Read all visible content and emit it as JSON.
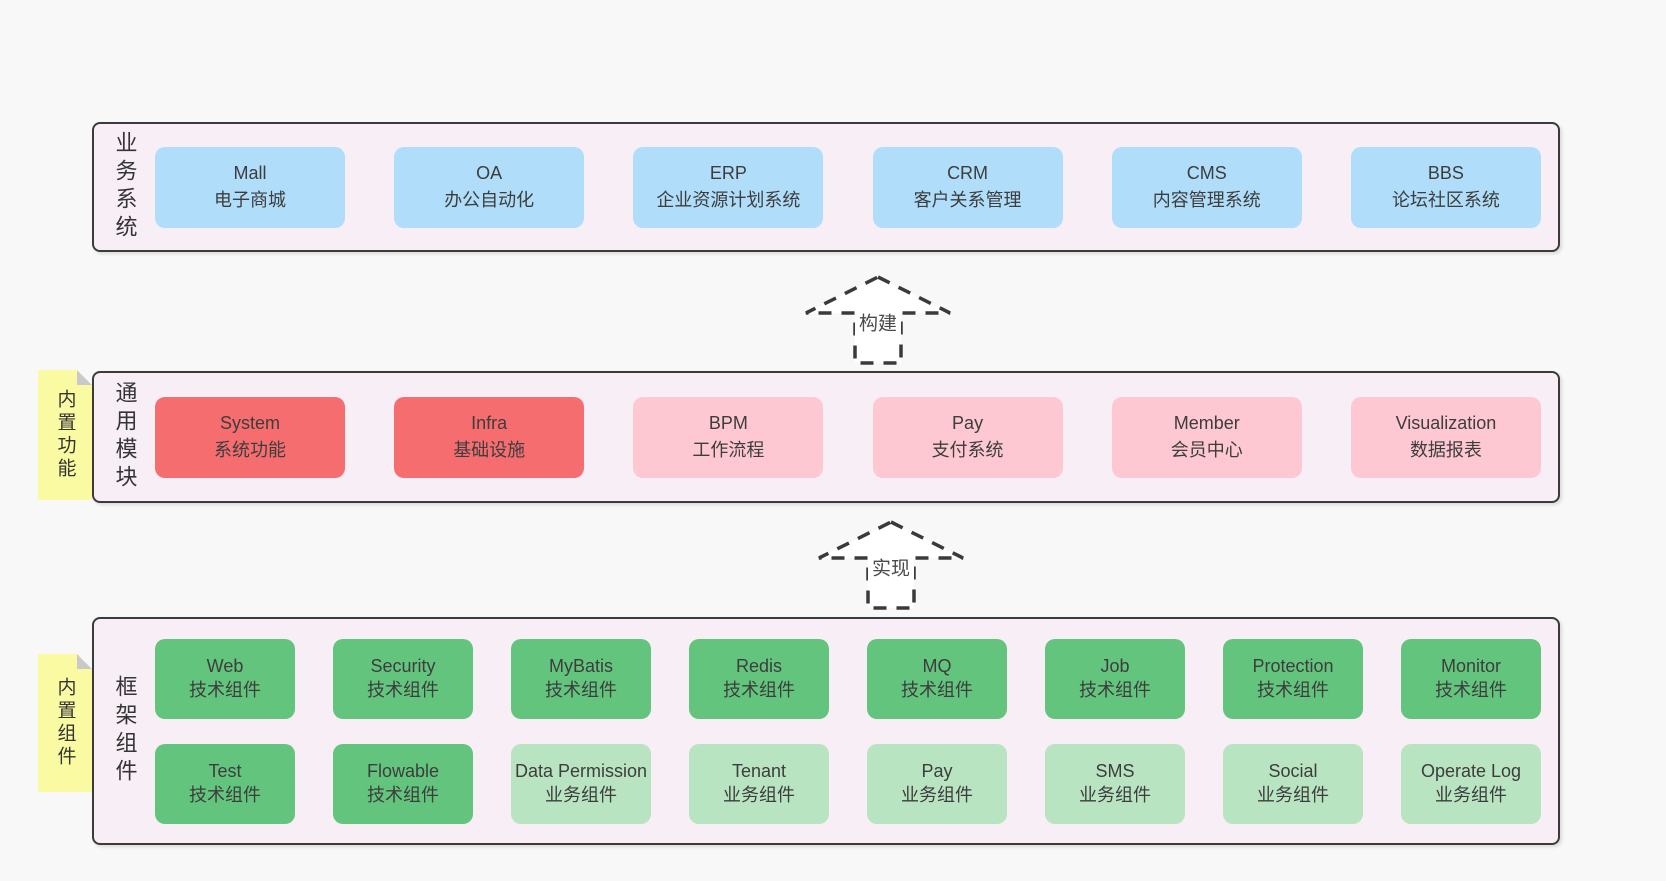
{
  "colors": {
    "page_bg": "#f8f8f8",
    "band_bg": "#f8eef6",
    "band_border": "#3b3b3b",
    "blue": "#b0ddf9",
    "red": "#f66d70",
    "pink": "#fdc8d1",
    "green": "#63c57d",
    "light_green": "#b8e4c1",
    "yellow": "#fafaa2",
    "fold_gray": "#c9c9c9",
    "text": "#3d3d3d",
    "arrow_stroke": "#3a3a3a"
  },
  "bands": [
    {
      "label": "业务系统",
      "boxes": [
        {
          "title": "Mall",
          "subtitle": "电子商城",
          "type": "blue"
        },
        {
          "title": "OA",
          "subtitle": "办公自动化",
          "type": "blue"
        },
        {
          "title": "ERP",
          "subtitle": "企业资源计划系统",
          "type": "blue"
        },
        {
          "title": "CRM",
          "subtitle": "客户关系管理",
          "type": "blue"
        },
        {
          "title": "CMS",
          "subtitle": "内容管理系统",
          "type": "blue"
        },
        {
          "title": "BBS",
          "subtitle": "论坛社区系统",
          "type": "blue"
        }
      ]
    },
    {
      "label": "通用模块",
      "sticky": "内置功能",
      "boxes": [
        {
          "title": "System",
          "subtitle": "系统功能",
          "type": "red"
        },
        {
          "title": "Infra",
          "subtitle": "基础设施",
          "type": "red"
        },
        {
          "title": "BPM",
          "subtitle": "工作流程",
          "type": "pink"
        },
        {
          "title": "Pay",
          "subtitle": "支付系统",
          "type": "pink"
        },
        {
          "title": "Member",
          "subtitle": "会员中心",
          "type": "pink"
        },
        {
          "title": "Visualization",
          "subtitle": "数据报表",
          "type": "pink"
        }
      ]
    },
    {
      "label": "框架组件",
      "sticky": "内置组件",
      "rows": [
        [
          {
            "title": "Web",
            "subtitle": "技术组件",
            "type": "green"
          },
          {
            "title": "Security",
            "subtitle": "技术组件",
            "type": "green"
          },
          {
            "title": "MyBatis",
            "subtitle": "技术组件",
            "type": "green"
          },
          {
            "title": "Redis",
            "subtitle": "技术组件",
            "type": "green"
          },
          {
            "title": "MQ",
            "subtitle": "技术组件",
            "type": "green"
          },
          {
            "title": "Job",
            "subtitle": "技术组件",
            "type": "green"
          },
          {
            "title": "Protection",
            "subtitle": "技术组件",
            "type": "green"
          },
          {
            "title": "Monitor",
            "subtitle": "技术组件",
            "type": "green"
          }
        ],
        [
          {
            "title": "Test",
            "subtitle": "技术组件",
            "type": "green"
          },
          {
            "title": "Flowable",
            "subtitle": "技术组件",
            "type": "green"
          },
          {
            "title": "Data Permission",
            "subtitle": "业务组件",
            "type": "lightgreen"
          },
          {
            "title": "Tenant",
            "subtitle": "业务组件",
            "type": "lightgreen"
          },
          {
            "title": "Pay",
            "subtitle": "业务组件",
            "type": "lightgreen"
          },
          {
            "title": "SMS",
            "subtitle": "业务组件",
            "type": "lightgreen"
          },
          {
            "title": "Social",
            "subtitle": "业务组件",
            "type": "lightgreen"
          },
          {
            "title": "Operate Log",
            "subtitle": "业务组件",
            "type": "lightgreen"
          }
        ]
      ]
    }
  ],
  "arrows": [
    {
      "label": "构建"
    },
    {
      "label": "实现"
    }
  ]
}
